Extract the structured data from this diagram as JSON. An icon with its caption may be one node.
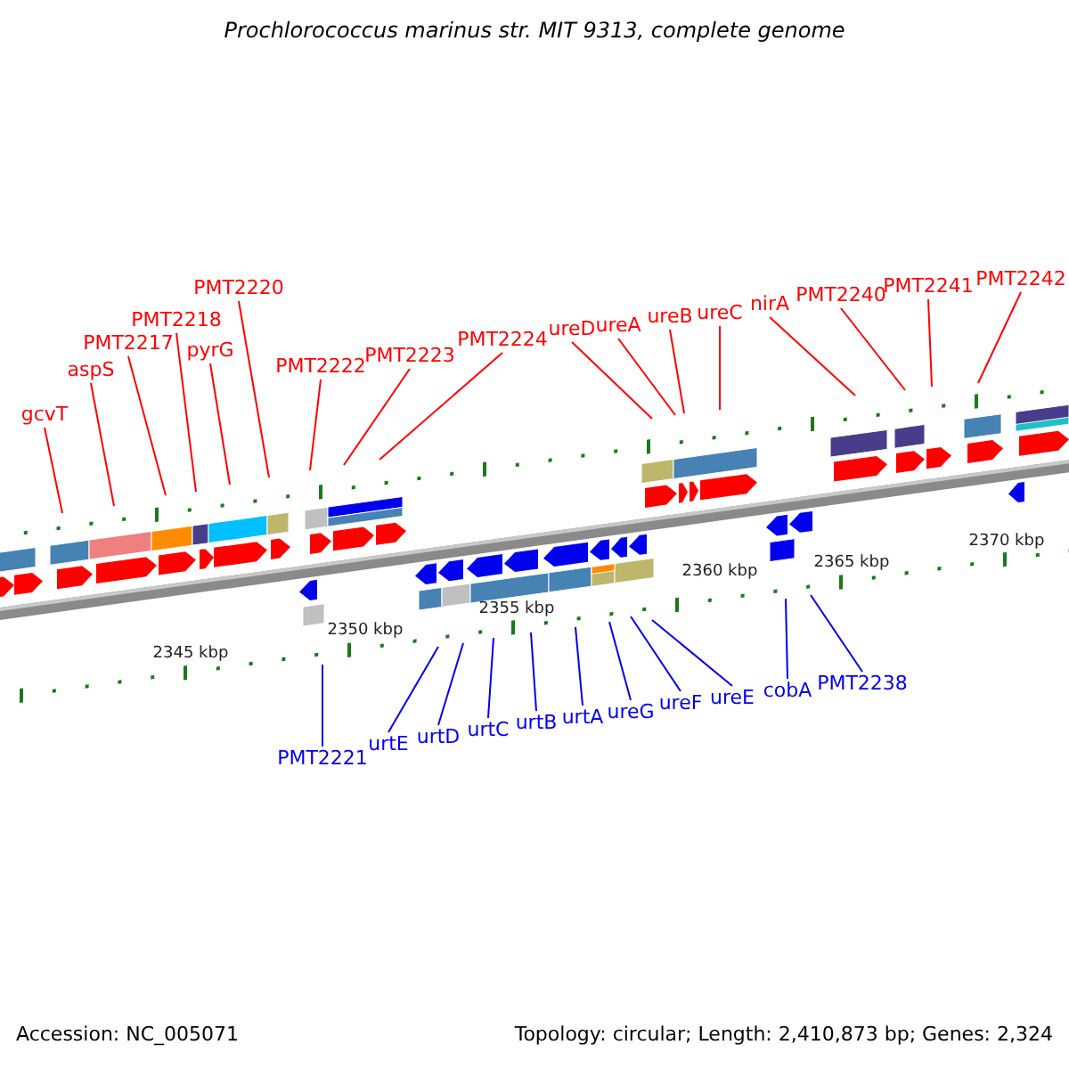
{
  "diagram": {
    "title": "Prochlorococcus marinus str. MIT 9313, complete genome",
    "nodes": [
      {
        "text": [
          "gcvT"
        ]
      },
      {
        "text": [
          "aspS"
        ]
      },
      {
        "text": [
          "PMT2217"
        ]
      },
      {
        "text": [
          "PMT2218"
        ]
      },
      {
        "text": [
          "pyrG"
        ]
      },
      {
        "text": [
          "PMT2220"
        ]
      },
      {
        "text": [
          "PMT2222"
        ]
      },
      {
        "text": [
          "PMT2223"
        ]
      },
      {
        "text": [
          "PMT2224"
        ]
      },
      {
        "text": [
          "ureD"
        ]
      },
      {
        "text": [
          "ureA"
        ]
      },
      {
        "text": [
          "ureB"
        ]
      },
      {
        "text": [
          "ureC"
        ]
      },
      {
        "text": [
          "nirA"
        ]
      },
      {
        "text": [
          "PMT2240"
        ]
      },
      {
        "text": [
          "PMT2241"
        ]
      },
      {
        "text": [
          "PMT2242"
        ]
      },
      {
        "text": [
          "PMT2221"
        ]
      },
      {
        "text": [
          "urtE"
        ]
      },
      {
        "text": [
          "urtD"
        ]
      },
      {
        "text": [
          "urtC"
        ]
      },
      {
        "text": [
          "urtB"
        ]
      },
      {
        "text": [
          "urtA"
        ]
      },
      {
        "text": [
          "ureG"
        ]
      },
      {
        "text": [
          "ureF"
        ]
      },
      {
        "text": [
          "ureE"
        ]
      },
      {
        "text": [
          "cobA"
        ]
      },
      {
        "text": [
          "PMT2238"
        ]
      }
    ],
    "edges": [
      {
        "from": 0,
        "to": null,
        "arrow": "none"
      },
      {
        "from": 1,
        "to": null,
        "arrow": "none"
      },
      {
        "from": 2,
        "to": null,
        "arrow": "none"
      },
      {
        "from": 3,
        "to": null,
        "arrow": "none"
      },
      {
        "from": 4,
        "to": null,
        "arrow": "none"
      },
      {
        "from": 5,
        "to": null,
        "arrow": "none"
      },
      {
        "from": 6,
        "to": null,
        "arrow": "none"
      },
      {
        "from": 7,
        "to": null,
        "arrow": "none"
      },
      {
        "from": 8,
        "to": null,
        "arrow": "none"
      },
      {
        "from": 9,
        "to": null,
        "arrow": "none"
      },
      {
        "from": 10,
        "to": null,
        "arrow": "none"
      },
      {
        "from": 11,
        "to": null,
        "arrow": "none"
      },
      {
        "from": 12,
        "to": null,
        "arrow": "none"
      },
      {
        "from": 13,
        "to": null,
        "arrow": "none"
      },
      {
        "from": 14,
        "to": null,
        "arrow": "none"
      },
      {
        "from": 15,
        "to": null,
        "arrow": "none"
      },
      {
        "from": 16,
        "to": null,
        "arrow": "none"
      },
      {
        "from": 17,
        "to": null,
        "arrow": "none",
        "color": "#0000ee"
      },
      {
        "from": 18,
        "to": null,
        "arrow": "none",
        "color": "#0000ee"
      },
      {
        "from": 19,
        "to": null,
        "arrow": "none",
        "color": "#0000ee"
      },
      {
        "from": 20,
        "to": null,
        "arrow": "none",
        "color": "#0000ee"
      },
      {
        "from": 21,
        "to": null,
        "arrow": "none",
        "color": "#0000ee"
      },
      {
        "from": 22,
        "to": null,
        "arrow": "none",
        "color": "#0000ee"
      },
      {
        "from": 23,
        "to": null,
        "arrow": "none",
        "color": "#0000ee"
      },
      {
        "from": 24,
        "to": null,
        "arrow": "none",
        "color": "#0000ee"
      },
      {
        "from": 25,
        "to": null,
        "arrow": "none",
        "color": "#0000ee"
      },
      {
        "from": 26,
        "to": null,
        "arrow": "none",
        "color": "#0000ee"
      },
      {
        "from": 27,
        "to": null,
        "arrow": "none",
        "color": "#0000ee"
      }
    ],
    "labels": [
      "2345 kbp",
      "2350 kbp",
      "2355 kbp",
      "2360 kbp",
      "2365 kbp",
      "2370 kbp",
      "Accession: NC_005071",
      "Topology: circular; Length: 2,410,873 bp; Genes: 2,324"
    ]
  }
}
